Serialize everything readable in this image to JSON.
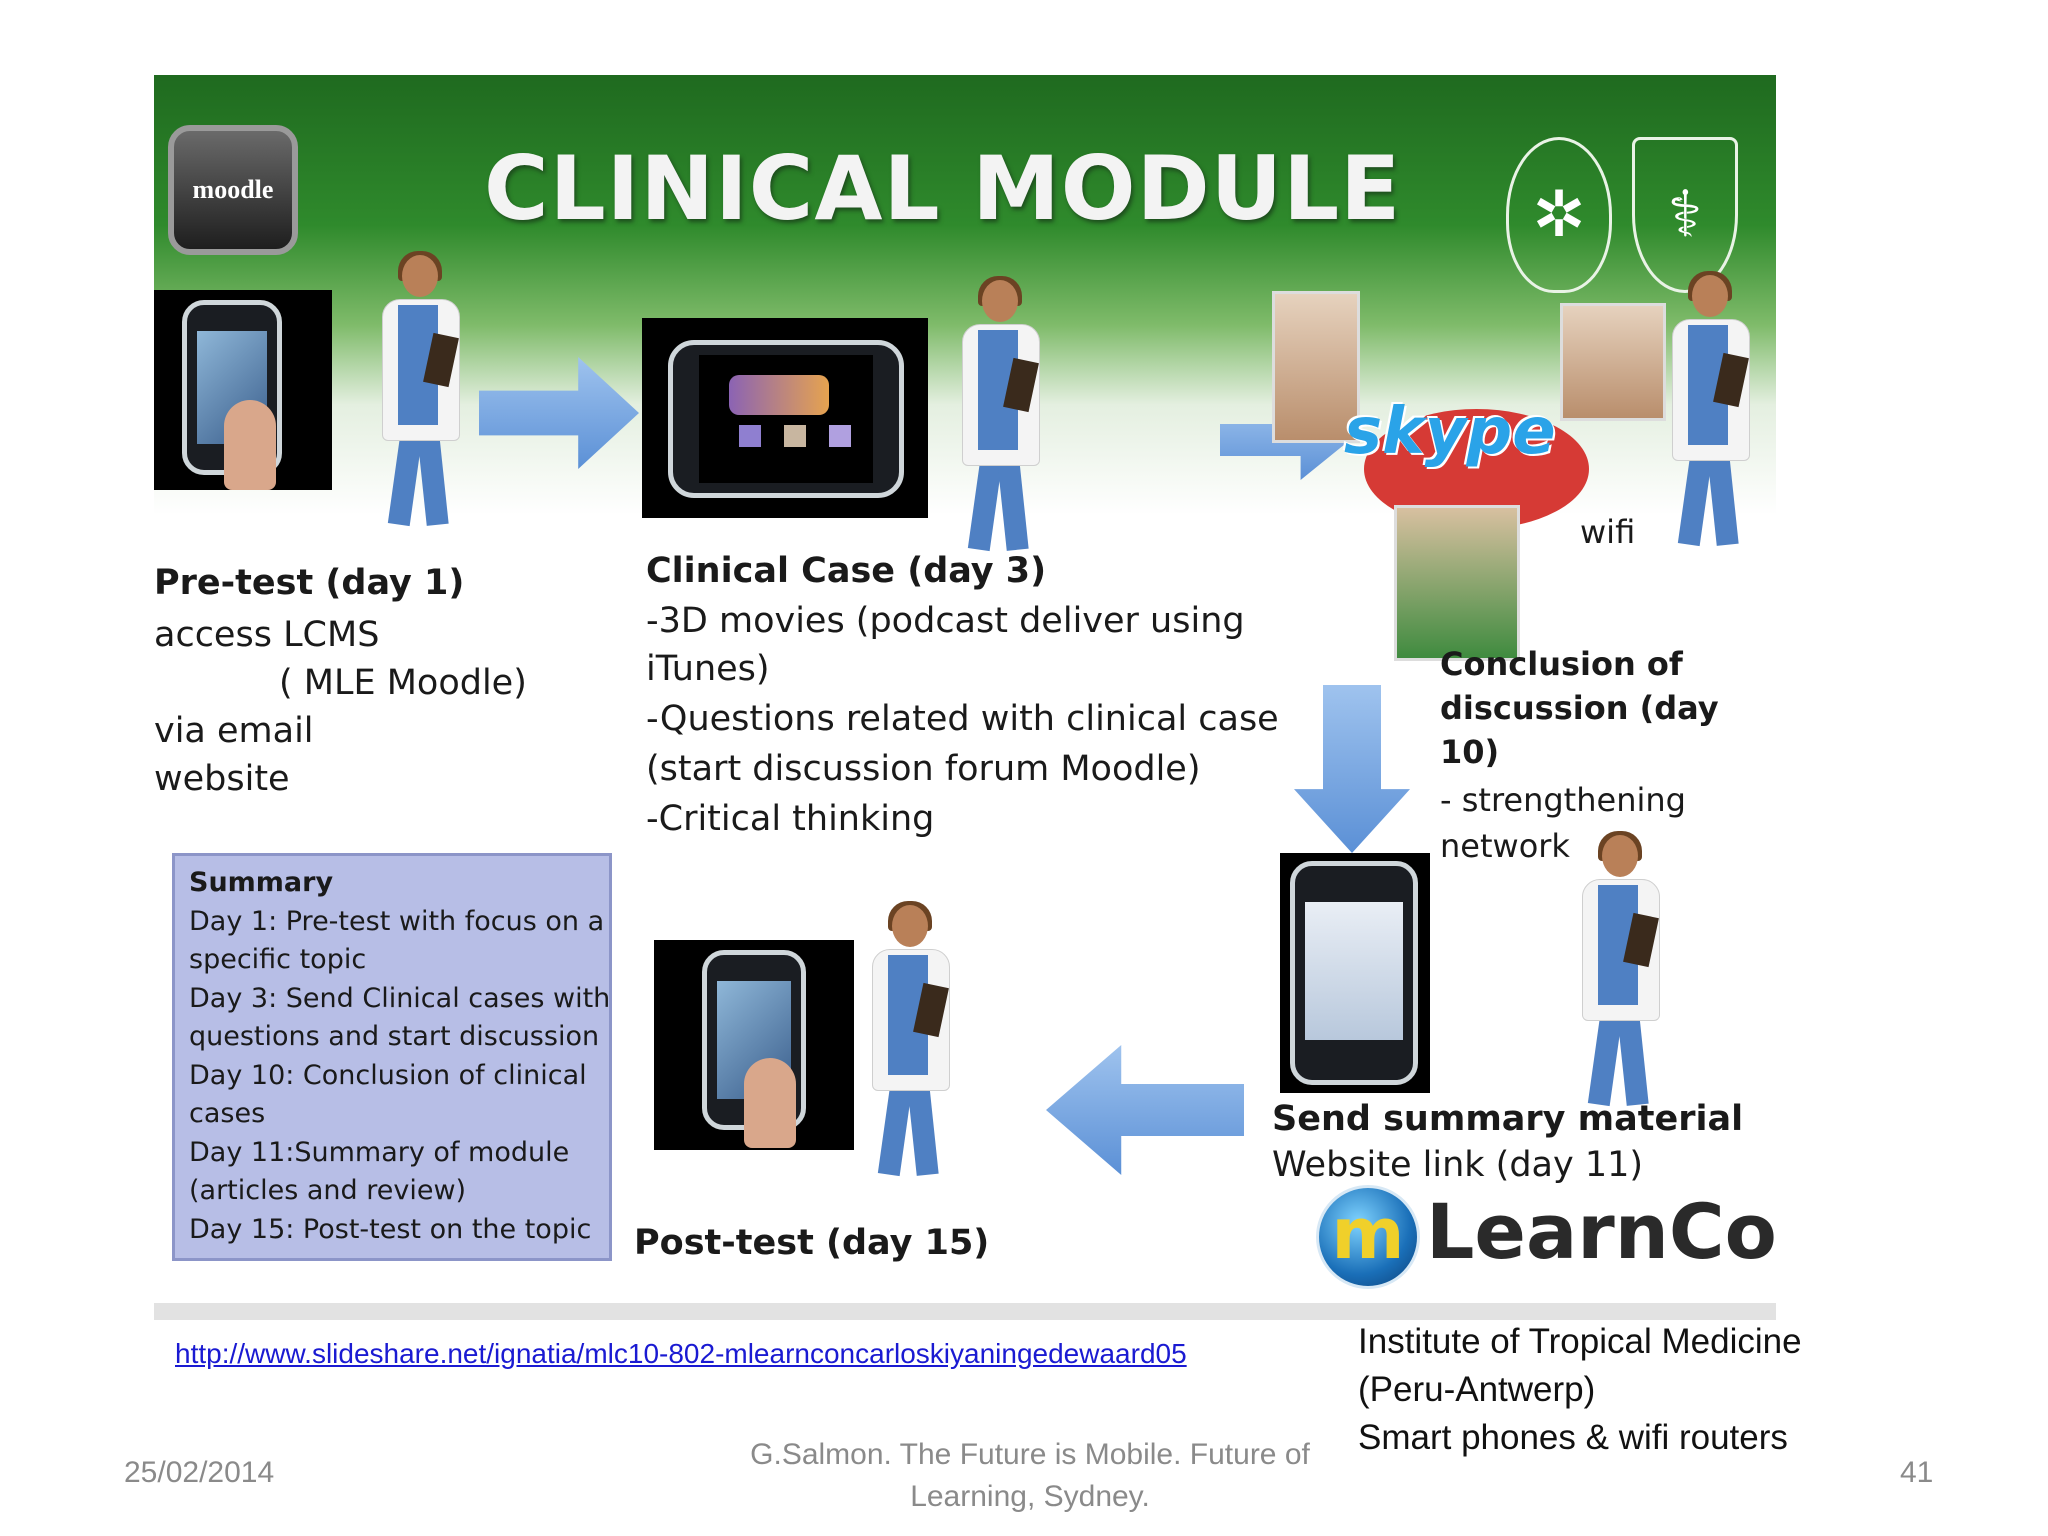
{
  "slide_image": {
    "moodle_logo": "moodle",
    "title": "CLINICAL MODULE",
    "emblems": [
      "palm-tree-emblem-icon",
      "shield-emblem-icon"
    ],
    "pretest": {
      "heading": "Pre-test (day 1)",
      "lines": [
        "access LCMS",
        "( MLE Moodle)",
        "via email",
        "website"
      ]
    },
    "clinical_case": {
      "heading": "Clinical Case (day 3)",
      "lines": [
        "-3D movies (podcast deliver using",
        "iTunes)",
        "-Questions related with clinical case",
        "(start discussion forum Moodle)",
        "-Critical thinking"
      ]
    },
    "skype_label": "skype",
    "wifi_label": "wifi",
    "conclusion": {
      "lines": [
        "Conclusion of",
        "discussion (day",
        "10)"
      ],
      "detail": [
        "- strengthening",
        "network"
      ]
    },
    "summary": {
      "heading": "Summary",
      "lines": [
        "Day 1: Pre-test with focus on a",
        "specific topic",
        "Day 3: Send Clinical cases with",
        "questions and start discussion",
        "Day 10: Conclusion of clinical",
        "cases",
        "Day 11:Summary of module",
        "(articles and review)",
        "Day 15: Post-test on the topic"
      ]
    },
    "send_summary": {
      "heading": "Send summary material",
      "line": "Website link (day 11)"
    },
    "posttest_heading": "Post-test (day 15)",
    "mlearncon": {
      "m": "m",
      "text": "LearnCon"
    }
  },
  "slide": {
    "link": "http://www.slideshare.net/ignatia/mlc10-802-mlearnconcarloskiyaningedewaard05",
    "note_lines": [
      "Institute of Tropical Medicine",
      "(Peru-Antwerp)",
      "Smart phones & wifi routers"
    ],
    "date": "25/02/2014",
    "credit_lines": [
      "G.Salmon. The Future is Mobile. Future of",
      "Learning, Sydney."
    ],
    "page_number": "41"
  }
}
